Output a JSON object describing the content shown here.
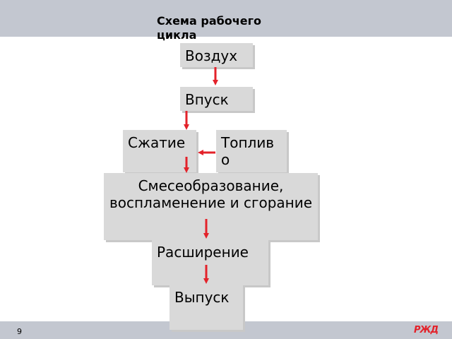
{
  "slide": {
    "title": "Схема рабочего цикла",
    "page_number": "9",
    "logo_text": "РЖД"
  },
  "diagram": {
    "nodes": {
      "air": "Воздух",
      "intake": "Впуск",
      "compression": "Сжатие",
      "fuel": "Топливо",
      "mixing": "Смесеобразование, воспламенение и сгорание",
      "expansion": "Расширение",
      "exhaust": "Выпуск"
    },
    "edges": [
      [
        "Воздух",
        "Впуск"
      ],
      [
        "Впуск",
        "Сжатие"
      ],
      [
        "Топливо",
        "Сжатие"
      ],
      [
        "Сжатие",
        "Смесеобразование, воспламенение и сгорание"
      ],
      [
        "Смесеобразование, воспламенение и сгорание",
        "Расширение"
      ],
      [
        "Расширение",
        "Выпуск"
      ]
    ],
    "arrow_color": "#e3222a",
    "box_color": "#d9d9d9"
  }
}
